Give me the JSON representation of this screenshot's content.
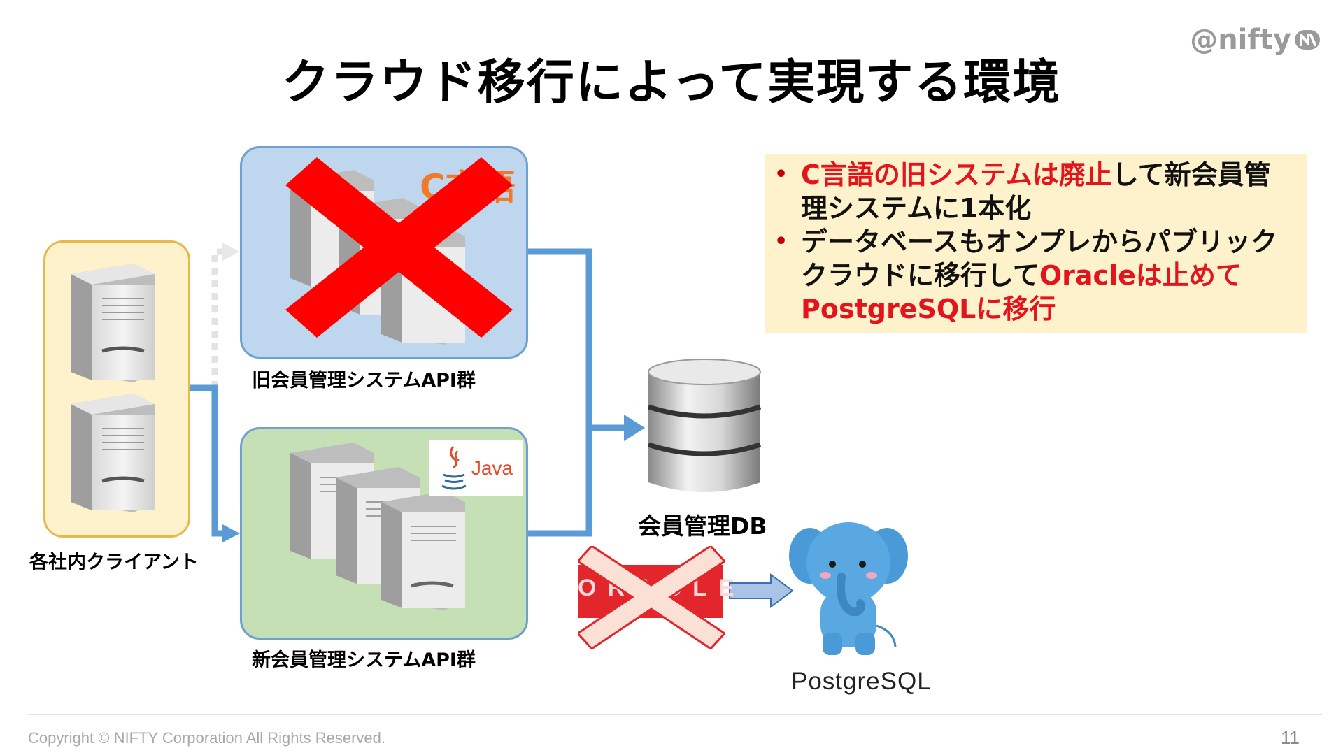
{
  "title": "クラウド移行によって実現する環境",
  "logo": "@nifty",
  "client": {
    "label": "各社内クライアント"
  },
  "old_system": {
    "label": "旧会員管理システムAPI群",
    "language": "C言語"
  },
  "new_system": {
    "label": "新会員管理システムAPI群",
    "language": "Java"
  },
  "database": {
    "label": "会員管理DB"
  },
  "oracle": {
    "label": "ORACLE"
  },
  "postgres": {
    "label": "PostgreSQL"
  },
  "notes": [
    {
      "parts": [
        {
          "text": "C言語の旧システムは廃止",
          "red": true
        },
        {
          "text": "して新会員管理システムに1本化",
          "red": false
        }
      ]
    },
    {
      "parts": [
        {
          "text": "データベースもオンプレからパブリッククラウドに移行して",
          "red": false
        },
        {
          "text": "Oracleは止めてPostgreSQLに移行",
          "red": true
        }
      ]
    }
  ],
  "footer": {
    "copyright": "Copyright © NIFTY Corporation All Rights Reserved.",
    "page": "11"
  },
  "colors": {
    "arrow": "#5b9bd5",
    "cross": "#ff0000",
    "cross_light": "#fbe0d6",
    "client_fill": "#fdf2cc",
    "old_fill": "#bfd7ee",
    "new_fill": "#c6e0b5",
    "accent_red": "#e3141b"
  }
}
